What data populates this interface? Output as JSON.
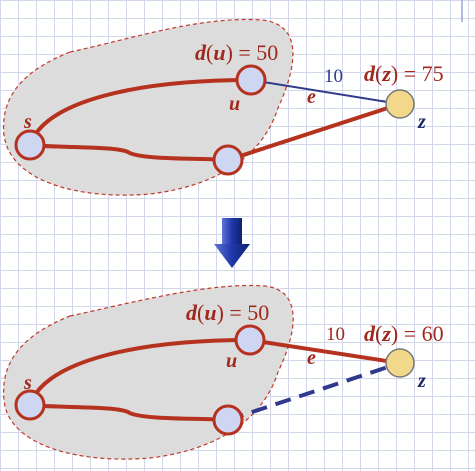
{
  "top": {
    "label_du": "d(u) = 50",
    "label_dz": "d(z) = 75",
    "edge_weight": "10",
    "edge_name": "e",
    "node_u": "u",
    "node_s": "s",
    "node_z": "z"
  },
  "bottom": {
    "label_du": "d(u) = 50",
    "label_dz": "d(z) = 60",
    "edge_weight": "10",
    "edge_name": "e",
    "node_u": "u",
    "node_s": "s",
    "node_z": "z"
  },
  "colors": {
    "path": "#b5321e",
    "edge": "#2f3a8c",
    "cloud_fill": "#dcdcdc",
    "cloud_stroke": "#c0392b",
    "node_fill": "#cfd6f2",
    "node_z_fill": "#f2d88a",
    "arrow": "#2b3fa8"
  }
}
